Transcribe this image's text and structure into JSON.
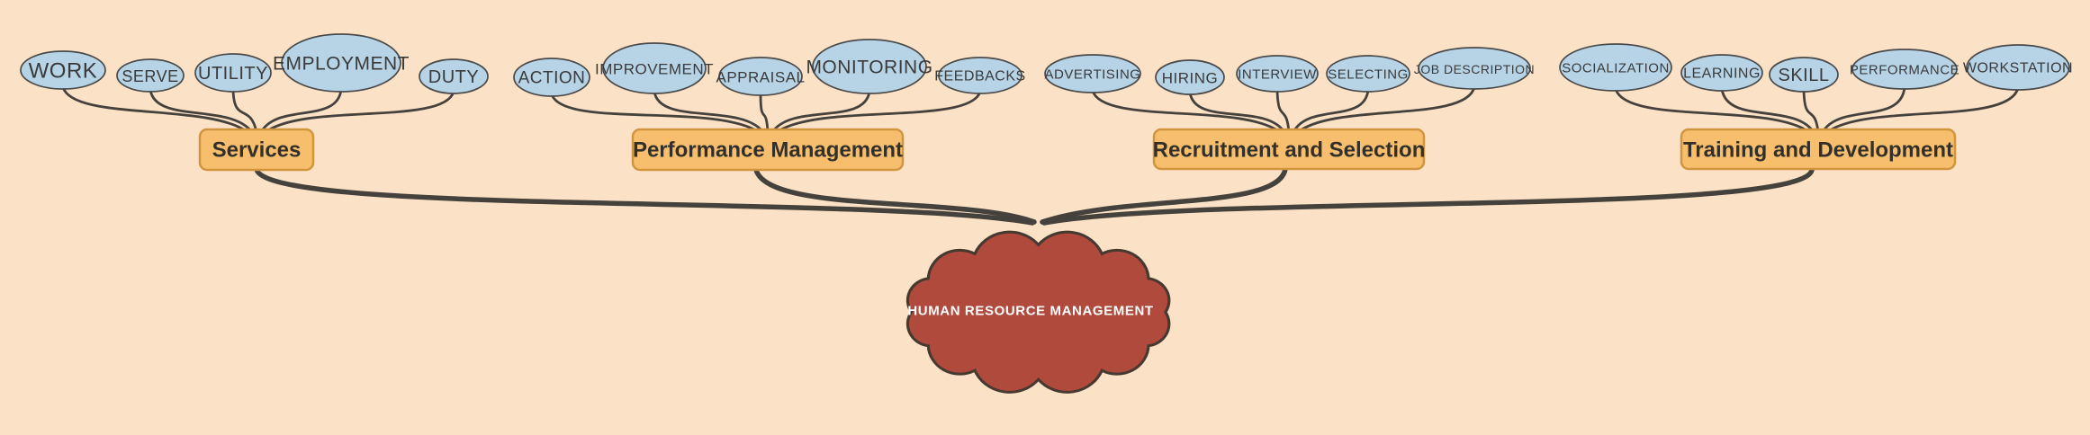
{
  "colors": {
    "background": "#FBE2C6",
    "line": "#45413C",
    "leaf_fill": "#B7D4E7",
    "leaf_stroke": "#4A4A4A",
    "leaf_text": "#3A3A3A",
    "branch_fill": "#F7BE6D",
    "branch_stroke": "#D0953E",
    "branch_text": "#33302B",
    "center_fill": "#B04A3D",
    "center_stroke": "#46392F",
    "center_text": "#FFFFFF"
  },
  "center": {
    "label": "HUMAN RESOURCE MANAGEMENT"
  },
  "branches": [
    {
      "label": "Services",
      "leaves": [
        "WORK",
        "SERVE",
        "UTILITY",
        "EMPLOYMENT",
        "DUTY"
      ]
    },
    {
      "label": "Performance Management",
      "leaves": [
        "ACTION",
        "IMPROVEMENT",
        "APPRAISAL",
        "MONITORING",
        "FEEDBACKS"
      ]
    },
    {
      "label": "Recruitment and Selection",
      "leaves": [
        "ADVERTISING",
        "HIRING",
        "INTERVIEW",
        "SELECTING",
        "JOB DESCRIPTION"
      ]
    },
    {
      "label": "Training and Development",
      "leaves": [
        "SOCIALIZATION",
        "LEARNING",
        "SKILL",
        "PERFORMANCE",
        "WORKSTATION"
      ]
    }
  ]
}
